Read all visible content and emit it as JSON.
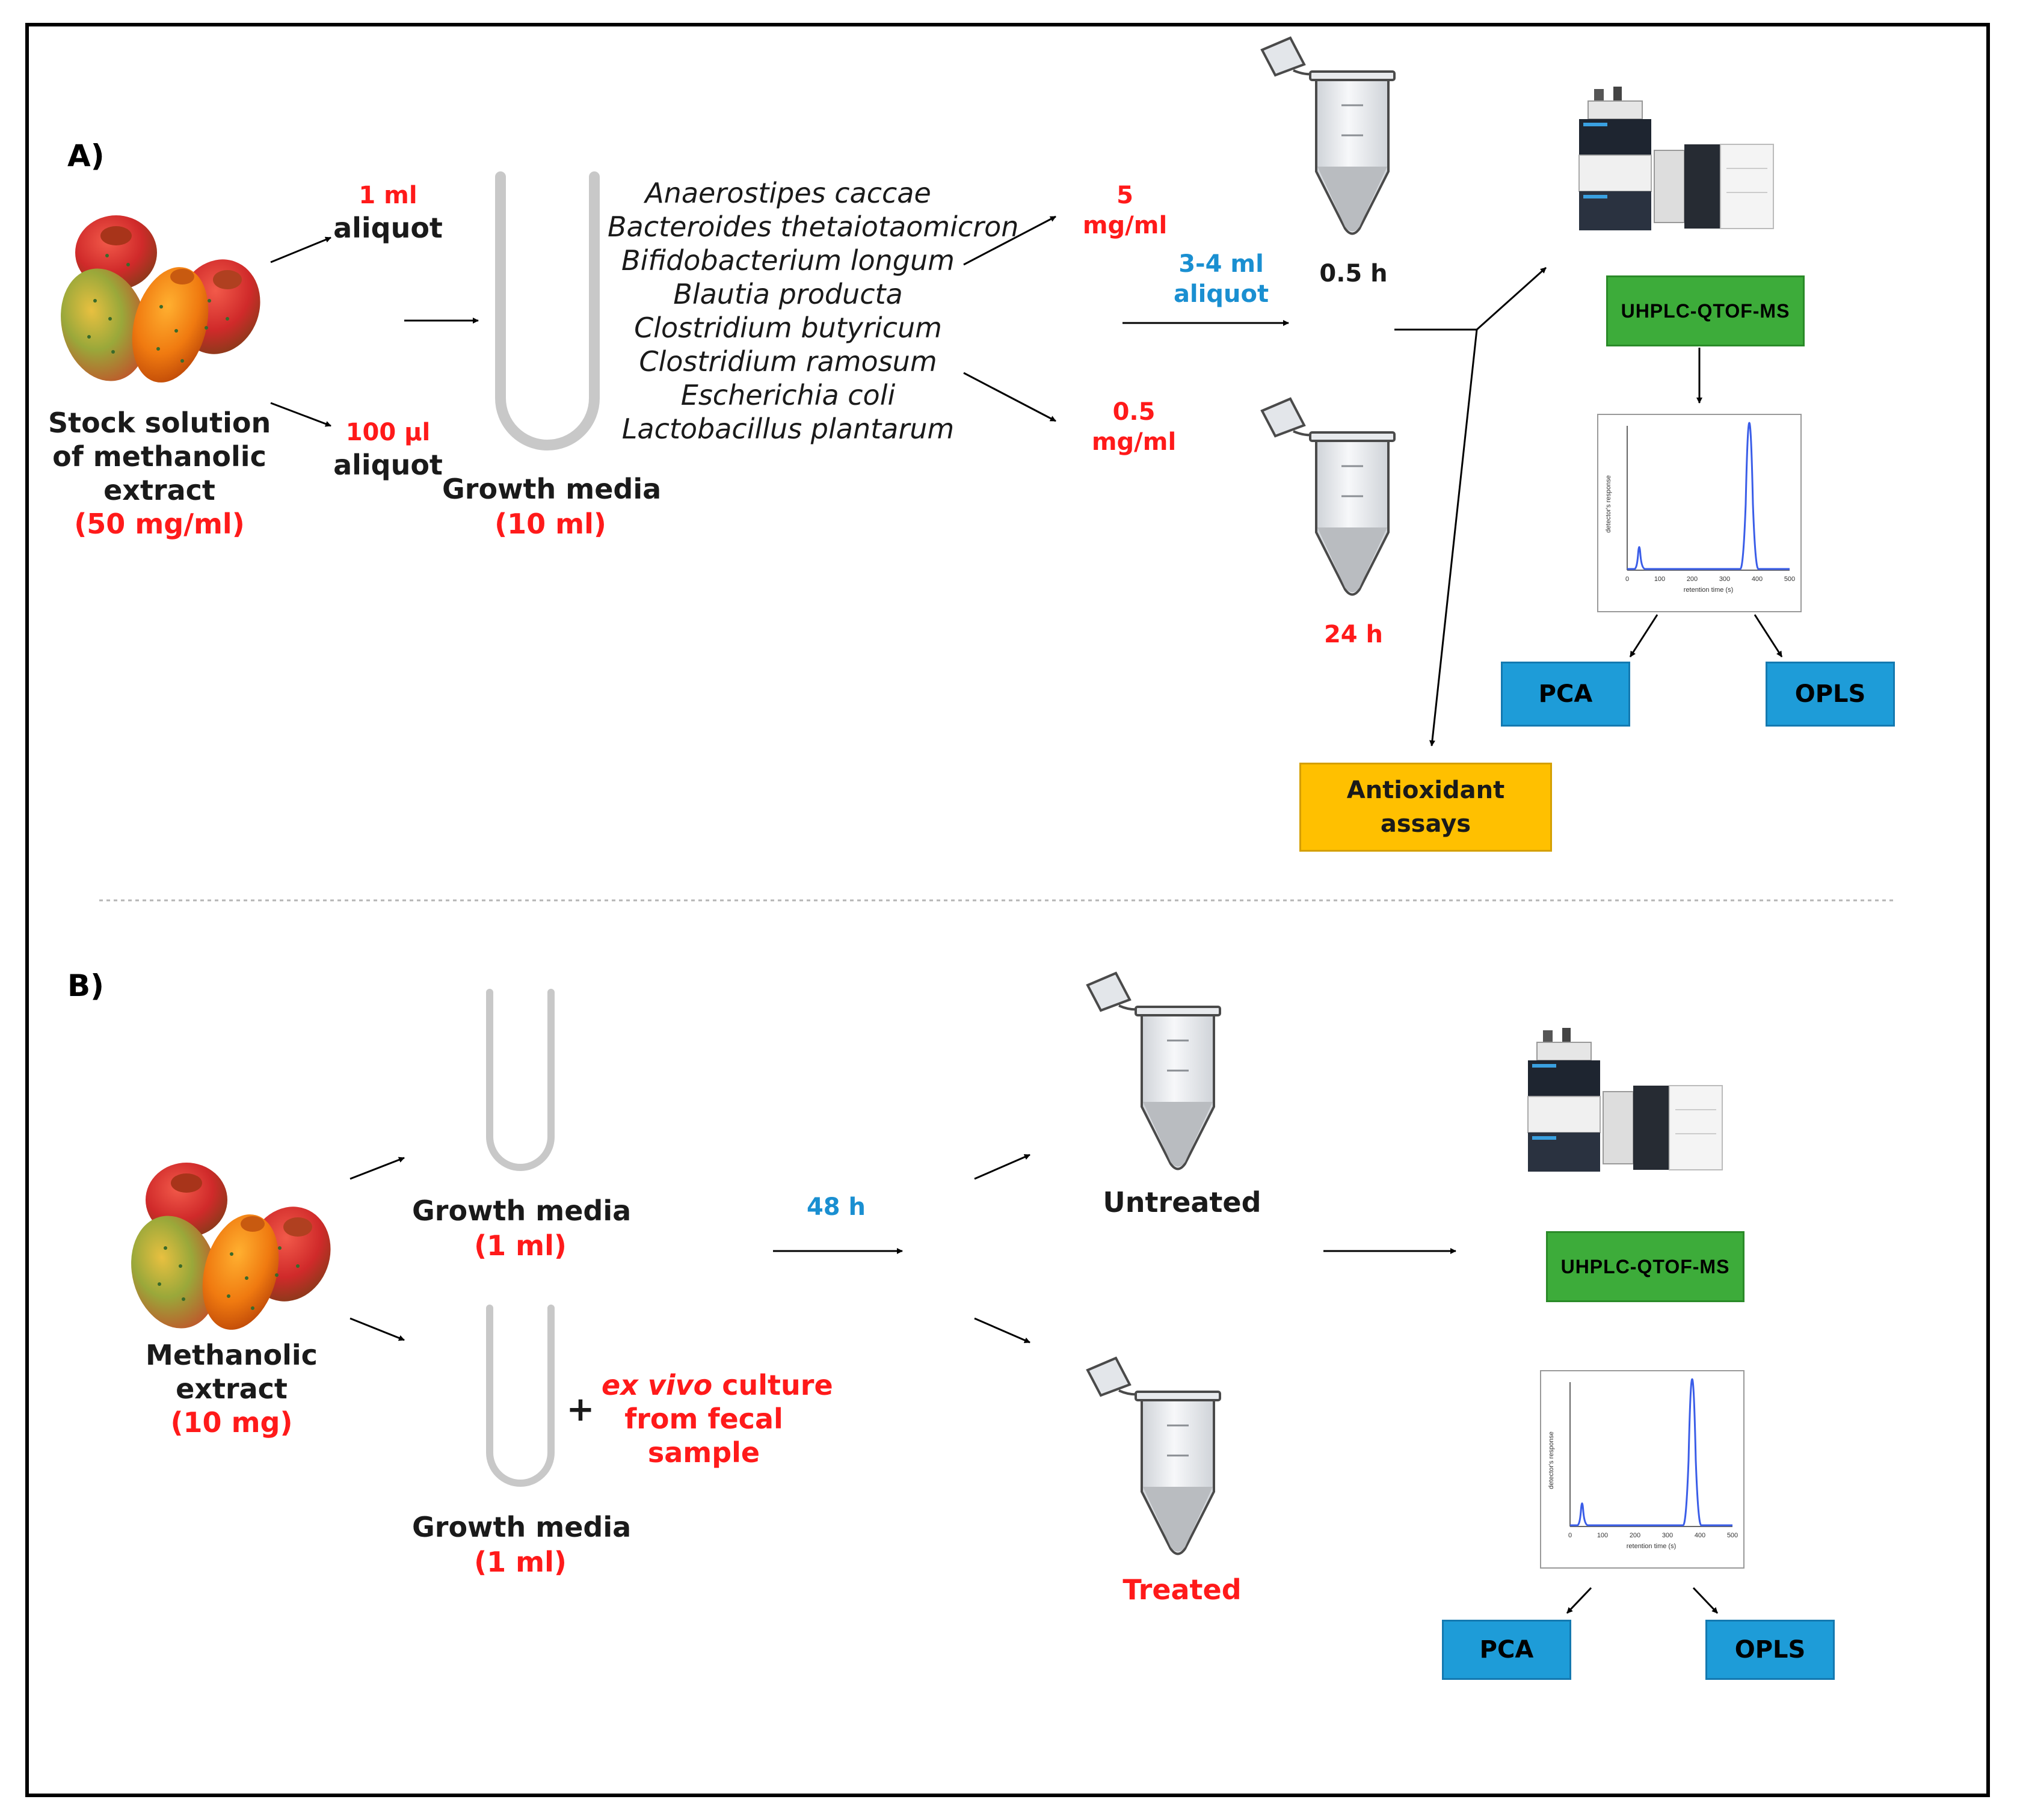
{
  "sectionA": {
    "label": "A)",
    "stock": {
      "l1": "Stock solution",
      "l2": "of methanolic",
      "l3": "extract",
      "conc": "(50 mg/ml)"
    },
    "aliquot1": {
      "vol": "1 ml",
      "word": "aliquot"
    },
    "aliquot2": {
      "vol": "100 µl",
      "word": "aliquot"
    },
    "growth": {
      "label": "Growth media",
      "vol": "(10 ml)"
    },
    "bacteria": [
      "Anaerostipes caccae",
      "Bacteroides thetaiotaomicron",
      "Bifidobacterium longum",
      "Blautia producta",
      "Clostridium butyricum",
      "Clostridium ramosum",
      "Escherichia coli",
      "Lactobacillus plantarum"
    ],
    "conc_high": {
      "l1": "5",
      "l2": "mg/ml"
    },
    "conc_low": {
      "l1": "0.5",
      "l2": "mg/ml"
    },
    "transfer": {
      "l1": "3-4 ml",
      "l2": "aliquot"
    },
    "time1": "0.5 h",
    "time2": "24 h",
    "uhplc": "UHPLC-QTOF-MS",
    "pca": "PCA",
    "opls": "OPLS",
    "antioxidant": {
      "l1": "Antioxidant",
      "l2": "assays"
    }
  },
  "sectionB": {
    "label": "B)",
    "extract": {
      "l1": "Methanolic",
      "l2": "extract",
      "amount": "(10 mg)"
    },
    "growth1": {
      "label": "Growth media",
      "vol": "(1 ml)"
    },
    "growth2": {
      "label": "Growth media",
      "vol": "(1 ml)"
    },
    "plus": "+",
    "exvivo": {
      "l1a": "ex vivo",
      "l1b": " culture",
      "l2": "from fecal",
      "l3": "sample"
    },
    "time": "48 h",
    "untreated": "Untreated",
    "treated": "Treated",
    "uhplc": "UHPLC-QTOF-MS",
    "pca": "PCA",
    "opls": "OPLS"
  },
  "chromatogram": {
    "ylabel": "detector's response",
    "xlabel": "retention time (s)",
    "xticks": [
      "0",
      "100",
      "200",
      "300",
      "400",
      "500"
    ]
  },
  "colors": {
    "red": "#ff1a1a",
    "blue": "#1a8fd1",
    "green": "#3dac3a",
    "boxblue": "#1e9cd8",
    "yellow": "#ffc000",
    "peak": "#3a5de8"
  }
}
